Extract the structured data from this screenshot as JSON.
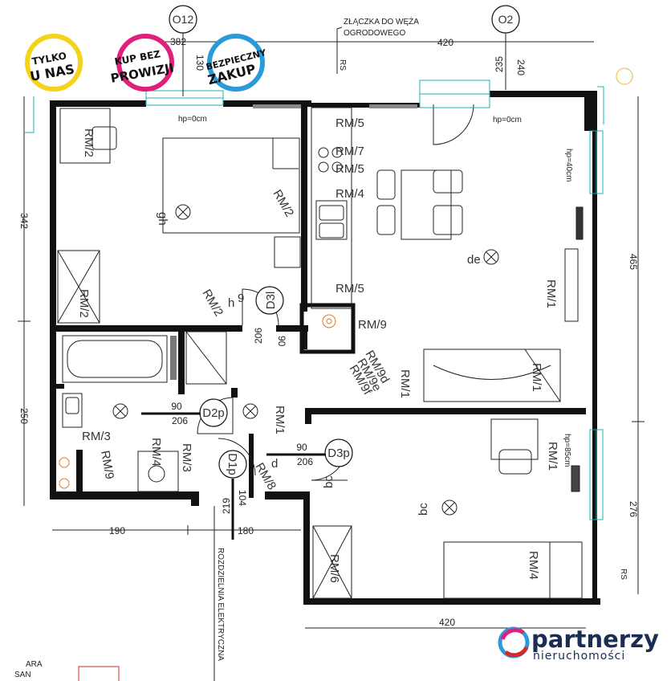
{
  "badges": {
    "only_us": [
      "TYLKO",
      "U NAS"
    ],
    "no_commission": [
      "KUP BEZ",
      "PROWIZJI"
    ],
    "safe_buy": [
      "BEZPIECZNY",
      "ZAKUP"
    ]
  },
  "axes": {
    "o12": "O12",
    "o2": "O2"
  },
  "notes": {
    "garden_tap": [
      "ZŁĄCZKA DO WĘŻA",
      "OGRODOWEGO"
    ],
    "distribution": "ROZDZIELNIA ELEKTRYCZNA",
    "rs_top": "RS",
    "rs_bottom": "RS",
    "bottom_left": [
      "ARA",
      "SAN"
    ]
  },
  "dimensions": {
    "top_382": "382",
    "top_130": "130",
    "top_420": "420",
    "top_240": "240",
    "top_235": "235",
    "left_342": "342",
    "left_250": "250",
    "right_465": "465",
    "right_276": "276",
    "bottom_190": "190",
    "bottom_180": "180",
    "bottom_420": "420",
    "hp0_left": "hp=0cm",
    "hp0_right": "hp=0cm",
    "hp40": "hp=40cm",
    "hp85": "hp=85cm"
  },
  "doors": {
    "d3l": {
      "tag": "D3l",
      "w": "90",
      "h": "206"
    },
    "d2p": {
      "tag": "D2p",
      "w": "90",
      "h": "206"
    },
    "d3p": {
      "tag": "D3p",
      "w": "90",
      "h": "206"
    },
    "d1p": {
      "tag": "D1p",
      "w": "104",
      "h": "219"
    }
  },
  "labels": {
    "rm5_a": "RM/5",
    "rm7": "RM/7",
    "rm5_b": "RM/5",
    "rm4_k": "RM/4",
    "rm5_c": "RM/5",
    "rm9": "RM/9",
    "rm9d": "RM/9d",
    "rm9e": "RM/9e",
    "rm9f": "RM/9f",
    "rm1_a": "RM/1",
    "rm1_b": "RM/1",
    "rm1_c": "RM/1",
    "rm1_d": "RM/1",
    "rm1_e": "RM/1",
    "rm2_a": "RM/2",
    "rm2_b": "RM/2",
    "rm2_c": "RM/2",
    "rm2_d": "RM/2",
    "rm3_a": "RM/3",
    "rm3_b": "RM/3",
    "rm4_a": "RM/4",
    "rm4_b": "RM/4",
    "rm8": "RM/8",
    "rm6": "RM/6",
    "rm9_c": "RM/9",
    "de": "de",
    "bc_a": "bc",
    "bc_b": "bc",
    "gh": "gh",
    "h": "h",
    "h9": "9",
    "d": "d"
  },
  "logo": {
    "brand": "partnerzy",
    "sub": "nieruchomości"
  },
  "colors": {
    "yellow": "#f5d31b",
    "magenta": "#e0207a",
    "blue": "#2b9ad8",
    "teal": "#17b3b3",
    "navy": "#1a2d52",
    "red": "#d62a2a"
  }
}
